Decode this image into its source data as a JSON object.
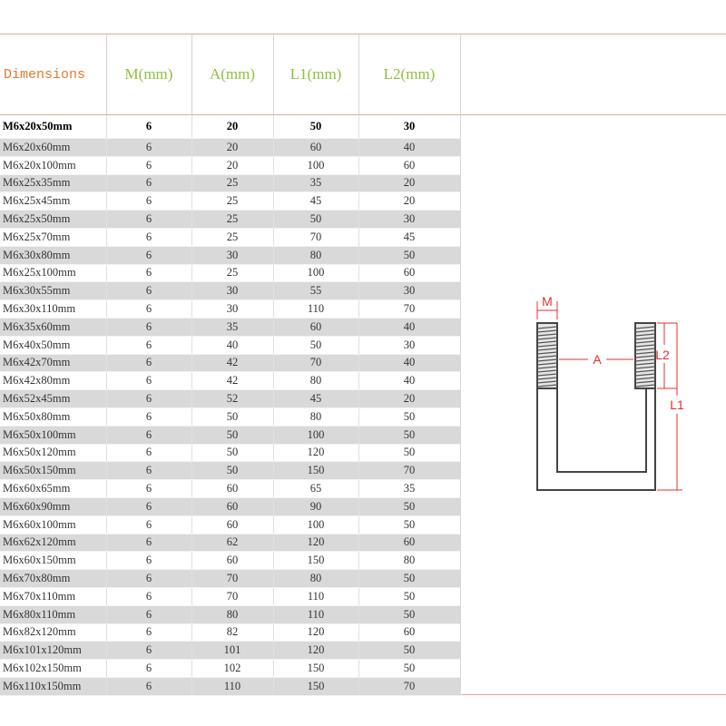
{
  "table": {
    "headers": [
      "Dimensions",
      "M(mm)",
      "A(mm)",
      "L1(mm)",
      "L2(mm)"
    ],
    "rows": [
      [
        "M6x20x50mm",
        "6",
        "20",
        "50",
        "30"
      ],
      [
        "M6x20x60mm",
        "6",
        "20",
        "60",
        "40"
      ],
      [
        "M6x20x100mm",
        "6",
        "20",
        "100",
        "60"
      ],
      [
        "M6x25x35mm",
        "6",
        "25",
        "35",
        "20"
      ],
      [
        "M6x25x45mm",
        "6",
        "25",
        "45",
        "20"
      ],
      [
        "M6x25x50mm",
        "6",
        "25",
        "50",
        "30"
      ],
      [
        "M6x25x70mm",
        "6",
        "25",
        "70",
        "45"
      ],
      [
        "M6x30x80mm",
        "6",
        "30",
        "80",
        "50"
      ],
      [
        "M6x25x100mm",
        "6",
        "25",
        "100",
        "60"
      ],
      [
        "M6x30x55mm",
        "6",
        "30",
        "55",
        "30"
      ],
      [
        "M6x30x110mm",
        "6",
        "30",
        "110",
        "70"
      ],
      [
        "M6x35x60mm",
        "6",
        "35",
        "60",
        "40"
      ],
      [
        "M6x40x50mm",
        "6",
        "40",
        "50",
        "30"
      ],
      [
        "M6x42x70mm",
        "6",
        "42",
        "70",
        "40"
      ],
      [
        "M6x42x80mm",
        "6",
        "42",
        "80",
        "40"
      ],
      [
        "M6x52x45mm",
        "6",
        "52",
        "45",
        "20"
      ],
      [
        "M6x50x80mm",
        "6",
        "50",
        "80",
        "50"
      ],
      [
        "M6x50x100mm",
        "6",
        "50",
        "100",
        "50"
      ],
      [
        "M6x50x120mm",
        "6",
        "50",
        "120",
        "50"
      ],
      [
        "M6x50x150mm",
        "6",
        "50",
        "150",
        "70"
      ],
      [
        "M6x60x65mm",
        "6",
        "60",
        "65",
        "35"
      ],
      [
        "M6x60x90mm",
        "6",
        "60",
        "90",
        "50"
      ],
      [
        "M6x60x100mm",
        "6",
        "60",
        "100",
        "50"
      ],
      [
        "M6x62x120mm",
        "6",
        "62",
        "120",
        "60"
      ],
      [
        "M6x60x150mm",
        "6",
        "60",
        "150",
        "80"
      ],
      [
        "M6x70x80mm",
        "6",
        "70",
        "80",
        "50"
      ],
      [
        "M6x70x110mm",
        "6",
        "70",
        "110",
        "50"
      ],
      [
        "M6x80x110mm",
        "6",
        "80",
        "110",
        "50"
      ],
      [
        "M6x82x120mm",
        "6",
        "82",
        "120",
        "60"
      ],
      [
        "M6x101x120mm",
        "6",
        "101",
        "120",
        "50"
      ],
      [
        "M6x102x150mm",
        "6",
        "102",
        "150",
        "50"
      ],
      [
        "M6x110x150mm",
        "6",
        "110",
        "150",
        "70"
      ]
    ]
  },
  "diagram": {
    "labels": {
      "m": "M",
      "a": "A",
      "l1": "L1",
      "l2": "L2"
    },
    "colors": {
      "dimension": "#e03030",
      "outline": "#444444",
      "header_green": "#8fbf3f",
      "header_orange": "#e07a2e"
    }
  }
}
